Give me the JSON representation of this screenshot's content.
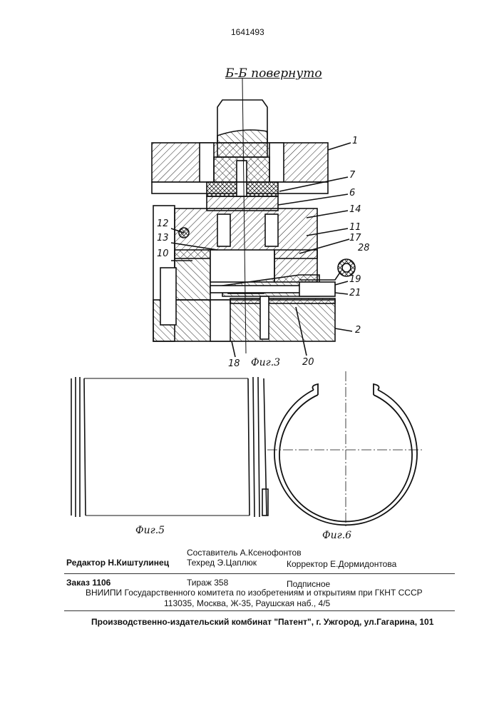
{
  "header": {
    "patent_number": "1641493",
    "section_title": "Б-Б повернуто"
  },
  "figure3": {
    "caption": "Фиг.3",
    "labels": [
      "1",
      "7",
      "6",
      "14",
      "11",
      "17",
      "28",
      "19",
      "21",
      "2",
      "12",
      "13",
      "10",
      "18",
      "20"
    ]
  },
  "figure5": {
    "caption": "Фиг.5"
  },
  "figure6": {
    "caption": "Фиг.6"
  },
  "imprint": {
    "compiler": "Составитель А.Ксенофонтов",
    "editor": "Редактор Н.Киштулинец",
    "techred": "Техред Э.Цаплюк",
    "corrector": "Корректор Е.Дормидонтова",
    "order": "Заказ 1106",
    "circulation": "Тираж 358",
    "subscription": "Подписное",
    "org": "ВНИИПИ Государственного комитета по изобретениям и открытиям при ГКНТ СССР",
    "address": "113035, Москва, Ж-35, Раушская наб., 4/5",
    "publisher": "Производственно-издательский комбинат \"Патент\", г. Ужгород, ул.Гагарина, 101"
  }
}
